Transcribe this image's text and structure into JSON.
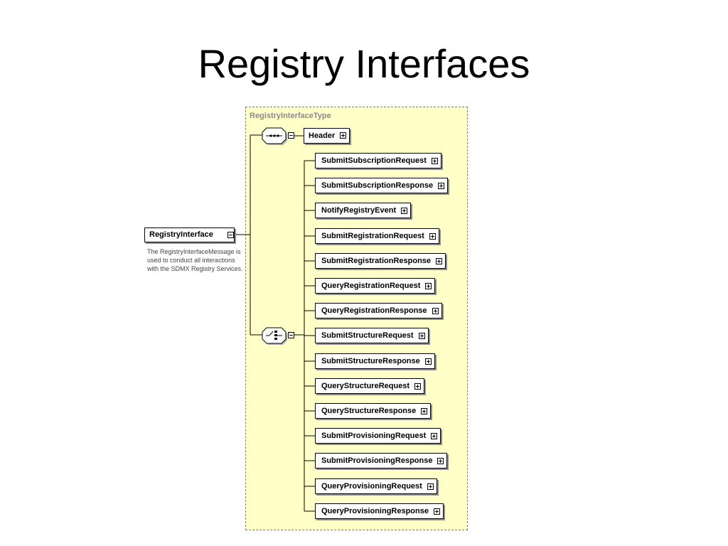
{
  "title": "Registry Interfaces",
  "type_label": "RegistryInterfaceType",
  "root": {
    "label": "RegistryInterface",
    "documentation": "The RegistryInterfaceMessage is used to conduct all interactions with the SDMX Registry Services."
  },
  "sequence_child": "Header",
  "choice_children": [
    "SubmitSubscriptionRequest",
    "SubmitSubscriptionResponse",
    "NotifyRegistryEvent",
    "SubmitRegistrationRequest",
    "SubmitRegistrationResponse",
    "QueryRegistrationRequest",
    "QueryRegistrationResponse",
    "SubmitStructureRequest",
    "SubmitStructureResponse",
    "QueryStructureRequest",
    "QueryStructureResponse",
    "SubmitProvisioningRequest",
    "SubmitProvisioningResponse",
    "QueryProvisioningRequest",
    "QueryProvisioningResponse"
  ],
  "icons": {
    "sequence": "sequence-compositor-icon",
    "choice": "choice-compositor-icon",
    "expand": "expand-plus-icon",
    "collapse": "collapse-minus-icon"
  },
  "colors": {
    "type_background": "#ffffc8",
    "type_label": "#8a8a8a"
  }
}
